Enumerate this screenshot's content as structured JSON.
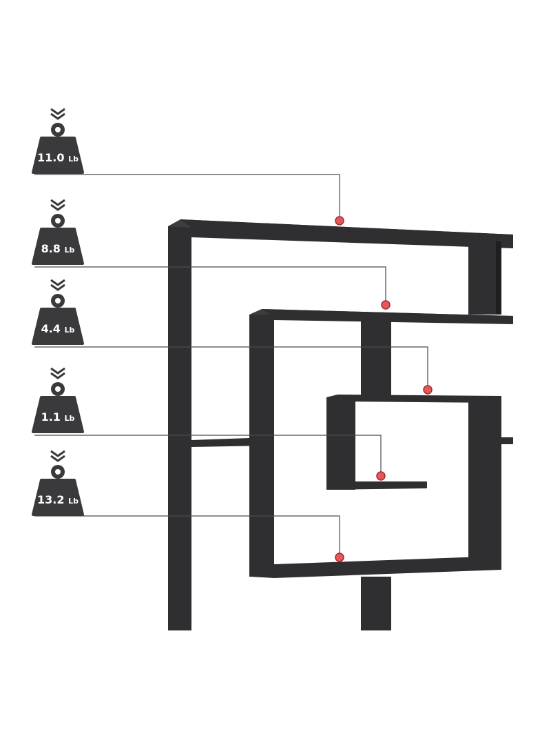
{
  "colors": {
    "shelf_face": "#2f2f31",
    "shelf_top": "#3d3d40",
    "shelf_dark": "#1f1f21",
    "leader_line": "#4a4a4a",
    "weight_icon": "#3a3a3c",
    "marker": "#e8565a",
    "marker_stroke": "#9a2f33"
  },
  "weights": [
    {
      "value": "11.0",
      "unit": "Lb",
      "icon": "weight-icon",
      "arrow_icon": "double-chevron-down-icon"
    },
    {
      "value": "8.8",
      "unit": "Lb",
      "icon": "weight-icon",
      "arrow_icon": "double-chevron-down-icon"
    },
    {
      "value": "4.4",
      "unit": "Lb",
      "icon": "weight-icon",
      "arrow_icon": "double-chevron-down-icon"
    },
    {
      "value": "1.1",
      "unit": "Lb",
      "icon": "weight-icon",
      "arrow_icon": "double-chevron-down-icon"
    },
    {
      "value": "13.2",
      "unit": "Lb",
      "icon": "weight-icon",
      "arrow_icon": "double-chevron-down-icon"
    }
  ]
}
